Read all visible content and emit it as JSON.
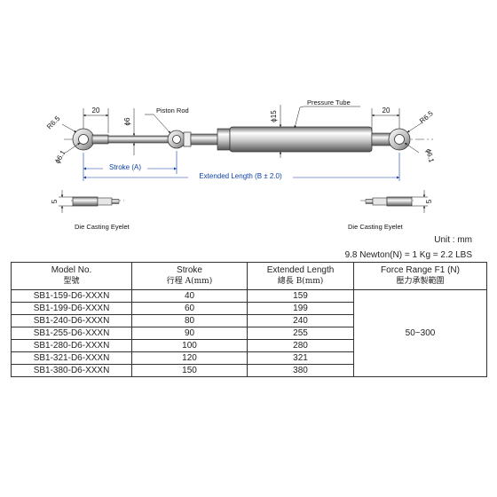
{
  "drawing": {
    "labels": {
      "piston_rod": "Piston Rod",
      "pressure_tube": "Pressure Tube",
      "stroke": "Stroke (A)",
      "extended_length": "Extended Length (B ± 2.0)",
      "die_casting_left": "Die Casting Eyelet",
      "die_casting_right": "Die Casting Eyelet"
    },
    "dims": {
      "left_eye_width": "20",
      "right_eye_width": "20",
      "rod_dia": "ϕ6",
      "tube_dia": "ϕ15",
      "left_radius": "R6.5",
      "right_radius": "R6.5",
      "left_hole": "ϕ6.1",
      "right_hole": "ϕ6.1",
      "left_thick": "5",
      "right_thick": "5"
    }
  },
  "notes": {
    "unit": "Unit : mm",
    "conversion": "9.8 Newton(N) = 1 Kg = 2.2 LBS"
  },
  "table": {
    "headers": [
      {
        "en": "Model No.",
        "zh": "型號"
      },
      {
        "en": "Stroke",
        "zh": "行程 A(mm)"
      },
      {
        "en": "Extended Length",
        "zh": "總長 B(mm)"
      },
      {
        "en": "Force Range F1 (N)",
        "zh": "壓力承製範圍"
      }
    ],
    "rows": [
      {
        "model": "SB1-159-D6-XXXN",
        "stroke": "40",
        "length": "159"
      },
      {
        "model": "SB1-199-D6-XXXN",
        "stroke": "60",
        "length": "199"
      },
      {
        "model": "SB1-240-D6-XXXN",
        "stroke": "80",
        "length": "240"
      },
      {
        "model": "SB1-255-D6-XXXN",
        "stroke": "90",
        "length": "255"
      },
      {
        "model": "SB1-280-D6-XXXN",
        "stroke": "100",
        "length": "280"
      },
      {
        "model": "SB1-321-D6-XXXN",
        "stroke": "120",
        "length": "321"
      },
      {
        "model": "SB1-380-D6-XXXN",
        "stroke": "150",
        "length": "380"
      }
    ],
    "force_range": "50~300"
  }
}
